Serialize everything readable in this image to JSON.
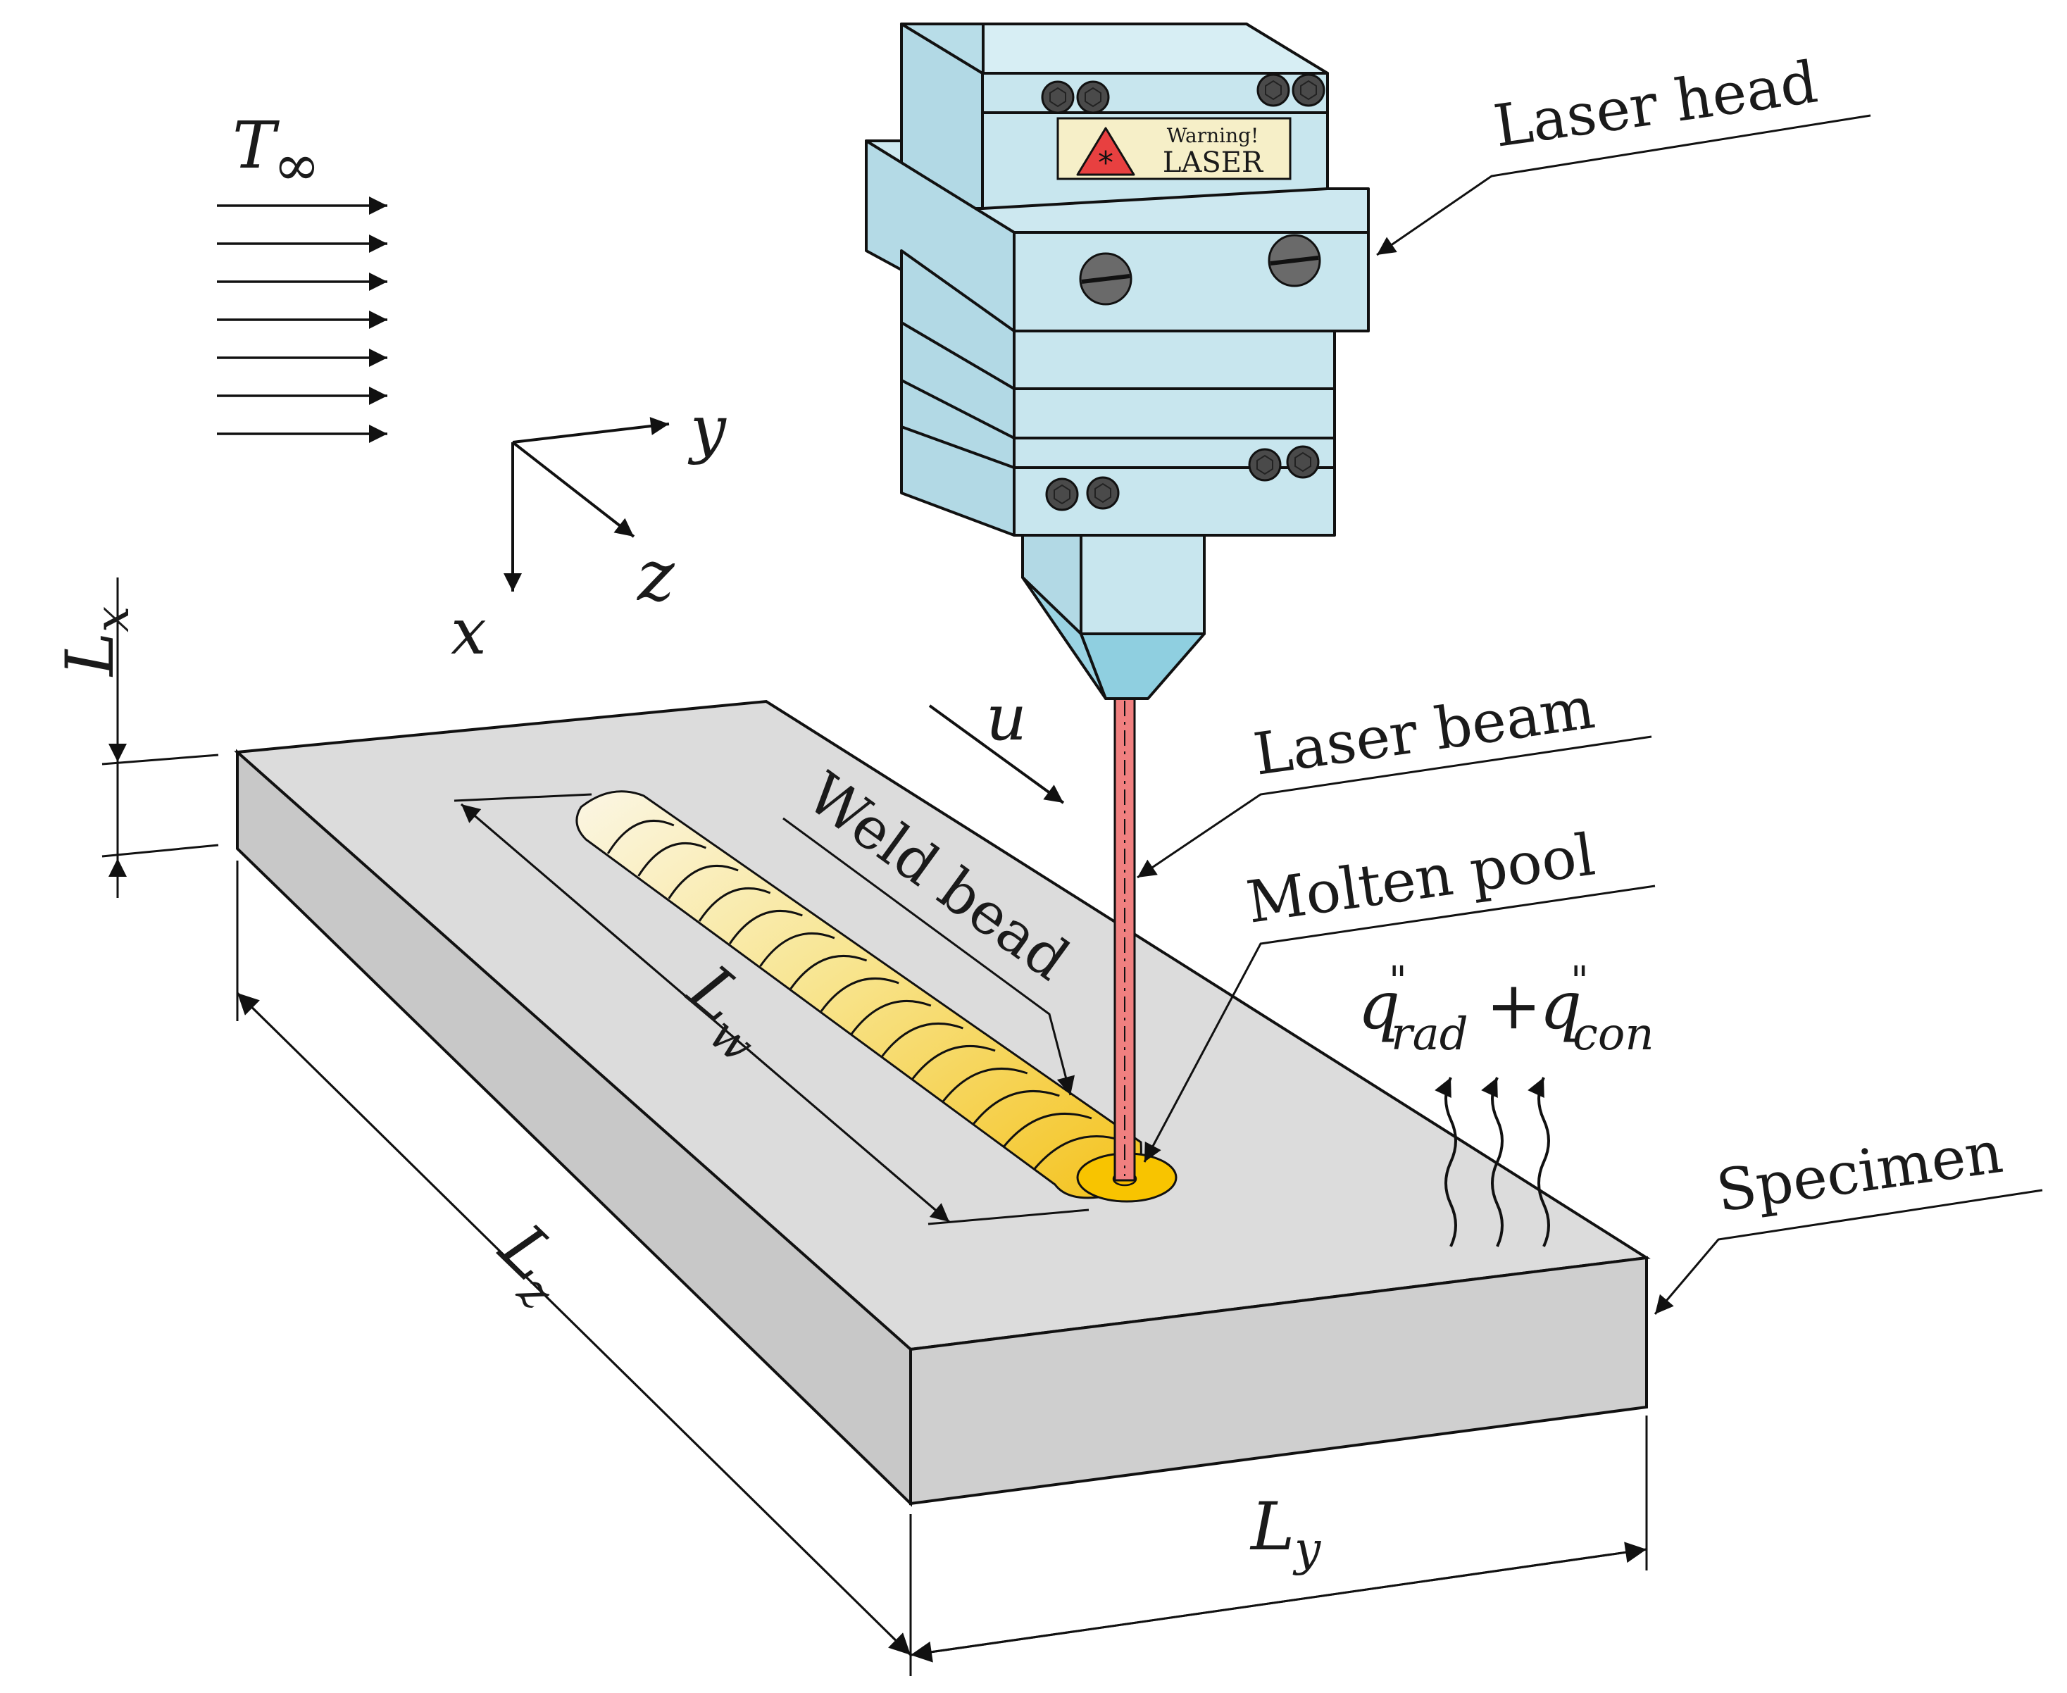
{
  "labels": {
    "laser_head": "Laser head",
    "laser_beam": "Laser beam",
    "molten_pool": "Molten pool",
    "weld_bead": "Weld bead",
    "specimen": "Specimen",
    "warning_title": "Warning!",
    "warning_word": "LASER"
  },
  "symbols": {
    "ambient_T": "T",
    "ambient_sub": "∞",
    "axis_y": "y",
    "axis_z": "z",
    "axis_x": "x",
    "velocity": "u",
    "Lx": "L",
    "Lx_sub": "x",
    "Ly": "L",
    "Ly_sub": "y",
    "Lz": "L",
    "Lz_sub": "z",
    "Lw": "L",
    "Lw_sub": "w",
    "q": "q",
    "q_sup": "\"",
    "q_rad_sub": "rad",
    "plus": "+",
    "q_con_sub": "con"
  },
  "colors": {
    "specimen_top": "#dcdcdc",
    "specimen_side": "#c6c6c6",
    "head_body": "#c8e6ee",
    "head_shade": "#b0d6e2",
    "nozzle_cone": "#8fcfe0",
    "beam": "#f08080",
    "bead_light": "#fbf3d8",
    "bead_dark": "#f5c518",
    "pool": "#f8c400",
    "warning_plate": "#f6efc8",
    "warning_triangle": "#e84040",
    "screw": "#4a4a4a"
  }
}
